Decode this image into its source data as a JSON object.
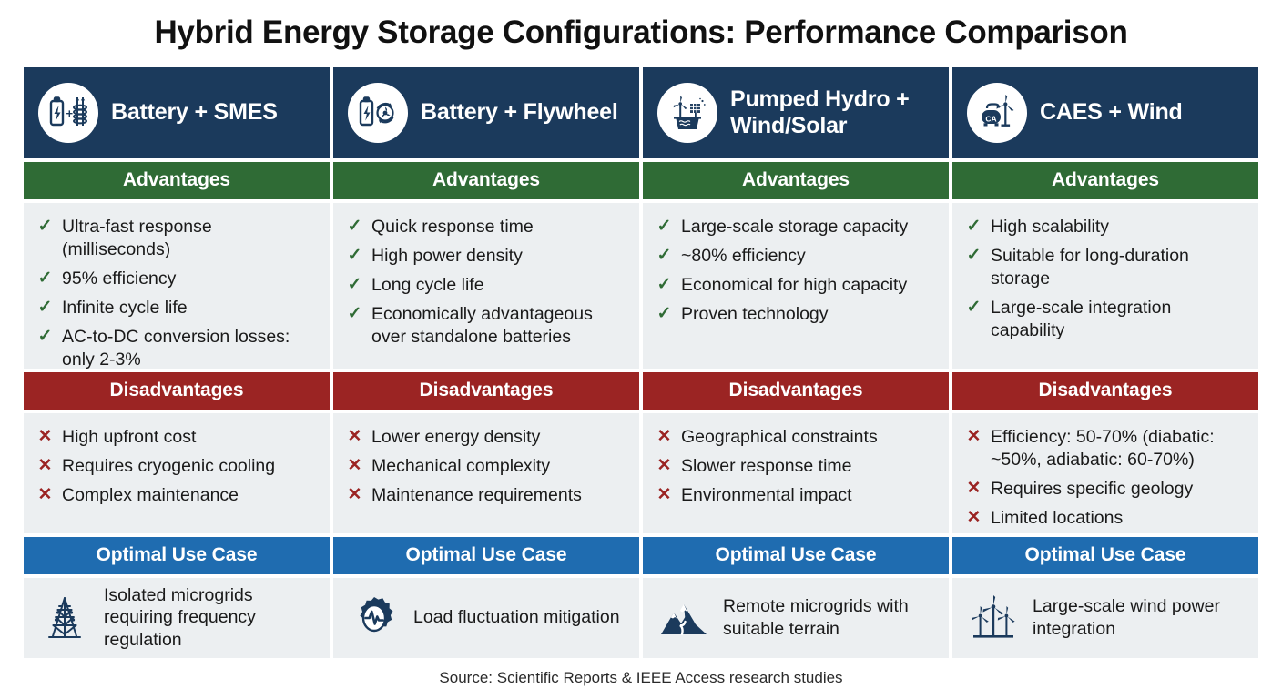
{
  "title": "Hybrid Energy Storage Configurations: Performance Comparison",
  "source": "Source: Scientific Reports & IEEE Access research studies",
  "section_labels": {
    "advantages": "Advantages",
    "disadvantages": "Disadvantages",
    "optimal_use_case": "Optimal Use Case"
  },
  "colors": {
    "header_navy": "#1b3a5c",
    "advantages_green": "#2f6b35",
    "disadvantages_red": "#9b2423",
    "use_case_blue": "#1f6cb0",
    "panel_background": "#eceff1",
    "page_background": "#ffffff"
  },
  "marks": {
    "check": "✓",
    "cross": "✕"
  },
  "columns": [
    {
      "title": "Battery + SMES",
      "icon": "battery-plus-coil-icon",
      "advantages": [
        "Ultra-fast response (milliseconds)",
        "95% efficiency",
        "Infinite cycle life",
        "AC-to-DC conversion losses: only 2-3%"
      ],
      "disadvantages": [
        "High upfront cost",
        "Requires cryogenic cooling",
        "Complex maintenance"
      ],
      "use_case": "Isolated microgrids requiring frequency regulation",
      "use_case_icon": "transmission-tower-icon"
    },
    {
      "title": "Battery + Flywheel",
      "icon": "battery-flywheel-icon",
      "advantages": [
        "Quick response time",
        "High power density",
        "Long cycle life",
        "Economically advantageous over standalone batteries"
      ],
      "disadvantages": [
        "Lower energy density",
        "Mechanical complexity",
        "Maintenance requirements"
      ],
      "use_case": "Load fluctuation mitigation",
      "use_case_icon": "gear-pulse-icon"
    },
    {
      "title": "Pumped Hydro + Wind/Solar",
      "icon": "wind-solar-reservoir-icon",
      "advantages": [
        "Large-scale storage capacity",
        "~80% efficiency",
        "Economical for high capacity",
        "Proven technology"
      ],
      "disadvantages": [
        "Geographical constraints",
        "Slower response time",
        "Environmental impact"
      ],
      "use_case": "Remote microgrids with suitable terrain",
      "use_case_icon": "mountains-icon"
    },
    {
      "title": "CAES + Wind",
      "icon": "compressed-air-tank-wind-icon",
      "advantages": [
        "High scalability",
        "Suitable for long-duration storage",
        "Large-scale integration capability"
      ],
      "disadvantages": [
        "Efficiency: 50-70% (diabatic: ~50%, adiabatic: 60-70%)",
        "Requires specific geology",
        "Limited locations"
      ],
      "use_case": "Large-scale wind power integration",
      "use_case_icon": "wind-farm-icon"
    }
  ]
}
